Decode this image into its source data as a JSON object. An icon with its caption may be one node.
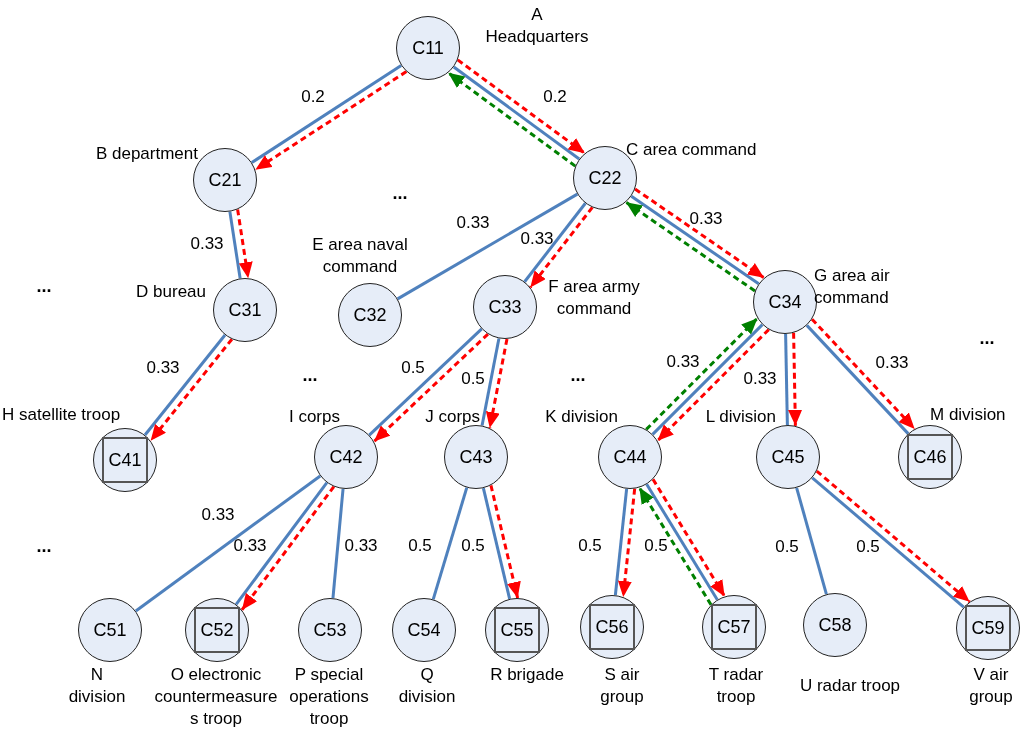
{
  "diagram": {
    "nodes": [
      {
        "text": [
          "C11"
        ],
        "beside": [
          "A Headquarters"
        ]
      },
      {
        "text": [
          "C21"
        ],
        "beside": [
          "B department"
        ]
      },
      {
        "text": [
          "C22"
        ],
        "beside": [
          "C area command"
        ]
      },
      {
        "text": [
          "C31"
        ],
        "beside": [
          "D bureau"
        ]
      },
      {
        "text": [
          "C32"
        ],
        "beside": [
          "E area naval command"
        ]
      },
      {
        "text": [
          "C33"
        ],
        "beside": [
          "F area army command"
        ]
      },
      {
        "text": [
          "C34"
        ],
        "beside": [
          "G area air command"
        ]
      },
      {
        "text": [],
        "shape": "circle",
        "beside": [
          "H satellite troop"
        ]
      },
      {
        "text": [
          "C41"
        ],
        "in": 7
      },
      {
        "text": [
          "C42"
        ],
        "beside": [
          "I corps"
        ]
      },
      {
        "text": [
          "C43"
        ],
        "beside": [
          "J corps"
        ]
      },
      {
        "text": [
          "C44"
        ],
        "beside": [
          "K division"
        ]
      },
      {
        "text": [
          "C45"
        ],
        "beside": [
          "L division"
        ]
      },
      {
        "text": [],
        "shape": "circle",
        "beside": [
          "M division"
        ]
      },
      {
        "text": [
          "C46"
        ],
        "in": 13
      },
      {
        "text": [
          "C51"
        ],
        "beside": [
          "N division"
        ]
      },
      {
        "text": [],
        "shape": "circle",
        "beside": [
          "O electronic countermeasures troop"
        ]
      },
      {
        "text": [
          "C52"
        ],
        "in": 16
      },
      {
        "text": [
          "C53"
        ],
        "beside": [
          "P special operations troop"
        ]
      },
      {
        "text": [
          "C54"
        ],
        "beside": [
          "Q division"
        ]
      },
      {
        "text": [],
        "shape": "circle",
        "beside": [
          "R brigade"
        ]
      },
      {
        "text": [
          "C55"
        ],
        "in": 20
      },
      {
        "text": [],
        "shape": "circle",
        "beside": [
          "S air group"
        ]
      },
      {
        "text": [
          "C56"
        ],
        "in": 22
      },
      {
        "text": [],
        "shape": "circle",
        "beside": [
          "T radar troop"
        ]
      },
      {
        "text": [
          "C57"
        ],
        "in": 24
      },
      {
        "text": [
          "C58"
        ],
        "beside": [
          "U radar troop"
        ]
      },
      {
        "text": [],
        "shape": "circle",
        "beside": [
          "V air group"
        ]
      },
      {
        "text": [
          "C59"
        ],
        "in": 27
      }
    ],
    "edges": [
      {
        "from": 0,
        "to": 1,
        "arrow": "none",
        "label": "0.2"
      },
      {
        "from": 0,
        "to": 2,
        "arrow": "none",
        "label": "0.2"
      },
      {
        "from": 1,
        "to": 3,
        "arrow": "none",
        "label": "0.33"
      },
      {
        "from": 2,
        "to": 4,
        "arrow": "none",
        "label": "0.33"
      },
      {
        "from": 2,
        "to": 5,
        "arrow": "none",
        "label": "0.33"
      },
      {
        "from": 2,
        "to": 6,
        "arrow": "none",
        "label": "0.33"
      },
      {
        "from": 3,
        "to": 7,
        "arrow": "none",
        "label": "0.33"
      },
      {
        "from": 5,
        "to": 9,
        "arrow": "none",
        "label": "0.5"
      },
      {
        "from": 5,
        "to": 10,
        "arrow": "none",
        "label": "0.5"
      },
      {
        "from": 6,
        "to": 11,
        "arrow": "none",
        "label": "0.33"
      },
      {
        "from": 6,
        "to": 12,
        "arrow": "none",
        "label": "0.33"
      },
      {
        "from": 6,
        "to": 13,
        "arrow": "none",
        "label": "0.33"
      },
      {
        "from": 9,
        "to": 15,
        "arrow": "none",
        "label": "0.33"
      },
      {
        "from": 9,
        "to": 16,
        "arrow": "none",
        "label": "0.33"
      },
      {
        "from": 9,
        "to": 18,
        "arrow": "none",
        "label": "0.33"
      },
      {
        "from": 10,
        "to": 19,
        "arrow": "none",
        "label": "0.5"
      },
      {
        "from": 10,
        "to": 20,
        "arrow": "none",
        "label": "0.5"
      },
      {
        "from": 11,
        "to": 22,
        "arrow": "none",
        "label": "0.5"
      },
      {
        "from": 11,
        "to": 24,
        "arrow": "none",
        "label": "0.5"
      },
      {
        "from": 12,
        "to": 26,
        "arrow": "none",
        "label": "0.5"
      },
      {
        "from": 12,
        "to": 27,
        "arrow": "none",
        "label": "0.5"
      },
      {
        "from": 0,
        "to": 1,
        "arrow": "to",
        "style": "dashed",
        "color": "#ff0000"
      },
      {
        "from": 0,
        "to": 2,
        "arrow": "to",
        "style": "dashed",
        "color": "#ff0000"
      },
      {
        "from": 1,
        "to": 3,
        "arrow": "to",
        "style": "dashed",
        "color": "#ff0000"
      },
      {
        "from": 2,
        "to": 5,
        "arrow": "to",
        "style": "dashed",
        "color": "#ff0000"
      },
      {
        "from": 2,
        "to": 6,
        "arrow": "to",
        "style": "dashed",
        "color": "#ff0000"
      },
      {
        "from": 3,
        "to": 7,
        "arrow": "to",
        "style": "dashed",
        "color": "#ff0000"
      },
      {
        "from": 5,
        "to": 9,
        "arrow": "to",
        "style": "dashed",
        "color": "#ff0000"
      },
      {
        "from": 5,
        "to": 10,
        "arrow": "to",
        "style": "dashed",
        "color": "#ff0000"
      },
      {
        "from": 6,
        "to": 11,
        "arrow": "to",
        "style": "dashed",
        "color": "#ff0000"
      },
      {
        "from": 6,
        "to": 12,
        "arrow": "to",
        "style": "dashed",
        "color": "#ff0000"
      },
      {
        "from": 6,
        "to": 13,
        "arrow": "to",
        "style": "dashed",
        "color": "#ff0000"
      },
      {
        "from": 9,
        "to": 16,
        "arrow": "to",
        "style": "dashed",
        "color": "#ff0000"
      },
      {
        "from": 10,
        "to": 20,
        "arrow": "to",
        "style": "dashed",
        "color": "#ff0000"
      },
      {
        "from": 11,
        "to": 22,
        "arrow": "to",
        "style": "dashed",
        "color": "#ff0000"
      },
      {
        "from": 11,
        "to": 24,
        "arrow": "to",
        "style": "dashed",
        "color": "#ff0000"
      },
      {
        "from": 12,
        "to": 27,
        "arrow": "to",
        "style": "dashed",
        "color": "#ff0000"
      },
      {
        "from": 2,
        "to": 0,
        "arrow": "to",
        "style": "dashed",
        "color": "#008000"
      },
      {
        "from": 6,
        "to": 2,
        "arrow": "to",
        "style": "dashed",
        "color": "#008000"
      },
      {
        "from": 11,
        "to": 6,
        "arrow": "to",
        "style": "dashed",
        "color": "#008000"
      },
      {
        "from": 24,
        "to": 11,
        "arrow": "to",
        "style": "dashed",
        "color": "#008000"
      }
    ],
    "labels": [
      "...",
      "...",
      "...",
      "...",
      "...",
      "..."
    ]
  }
}
